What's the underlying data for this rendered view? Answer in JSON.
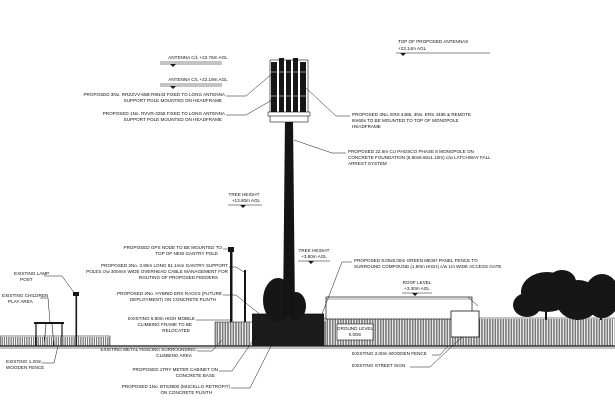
{
  "levels": {
    "antenna_top": "ANTENNA C/L +22.76m AGL",
    "antenna_low": "ANTENNA C/L +22.19m AGL",
    "top_of_antennas_title": "TOP OF PROPOSED ANTENNAS",
    "top_of_antennas_value": "+23.14m AGL",
    "tree_height_left_title": "TREE HEIGHT",
    "tree_height_left_value": "+13.80m AGL",
    "tree_height_mid_title": "TREE HEIGHT",
    "tree_height_mid_value": "+3.80m AGL",
    "roof_level_title": "ROOF LEVEL",
    "roof_level_value": "+3.30m AGL",
    "ground_level_title": "GROUND LEVEL",
    "ground_level_value": "0.00m"
  },
  "labels": {
    "rrzzvv_1": "PROPOSED 3No. RRZZVV-65B-R6N43 FIXED TO LONG ANTENNA",
    "rrzzvv_2": "SUPPORT POLE MOUNTED ON HEADFRAME",
    "rvvr_1": "PROPOSED 1No. RVVR-3258 FIXED TO LONG ANTENNA",
    "rvvr_2": "SUPPORT POLE MOUNTED ON HEADFRAME",
    "rrus_1": "PROPOSED 3No. ERS 4486, 3No. ERS 4485 & REMOTE",
    "rrus_2": "8m60s TO BE MOUNTED TO TOP OF MONOPOLE",
    "rrus_3": "HEADFRAME",
    "monopole_1": "PROPOSED 22.5m CU PHOSCO PHASE 8 MONOPOLE ON",
    "monopole_2": "CONCRETE FOUNDATION (5.60x5.60x1.10m) c/w LATCHWAY FALL",
    "monopole_3": "ARREST SYSTEM",
    "gps_1": "PROPOSED GPS NODE TO BE MOUNTED TO",
    "gps_2": "TOP OF NEW GANTRY POLE",
    "gantry_1": "PROPOSED 2No. 3.90m LONG 81.1mm GANTRY SUPPORT",
    "gantry_2": "POLES c/w 300mm WIDE OVERHEAD CABLE MANAGEMENT FOR",
    "gantry_3": "ROUTING OF PROPOSED FEEDERS",
    "fence_1": "PROPOSED 8.00x8.00m GREEN MESH PANEL FENCE TO",
    "fence_2": "SURROUND COMPOUND (1.80m HIGH) c/w 1m WIDE ACCESS GATE",
    "racks_1": "PROPOSED 2No. HYBRID ERS RACKS (FUTURE",
    "racks_2": "DEPLOYMENT) ON CONCRETE PLINTH",
    "lamp_1": "EXISTING LAMP",
    "lamp_2": "POST",
    "play_1": "EXISTING CHILDREN",
    "play_2": "PLAY AREA",
    "climb_1": "EXISTING 6.80m HIGH MOBILE",
    "climb_2": "CLIMBING FRAME TO BE",
    "climb_3": "RELOCATED",
    "metal_fence_1": "EXISTING METAL FENCING SURROUNDING",
    "metal_fence_2": "CLIMBING AREA",
    "wood_fence_left_1": "EXISTING 1.20m",
    "wood_fence_left_2": "WOODEN FENCE",
    "meter_1": "PROPOSED 1TRY METER CABINET ON",
    "meter_2": "CONCRETE BASE",
    "bts_1": "PROPOSED 1No. BTS3900 (MUCELLO RETROFIT)",
    "bts_2": "ON CONCRETE PLINTH",
    "wood_fence_right": "EXISTING 2.00m WOODEN FENCE",
    "street_sign": "EXISTING STREET SIGN"
  }
}
